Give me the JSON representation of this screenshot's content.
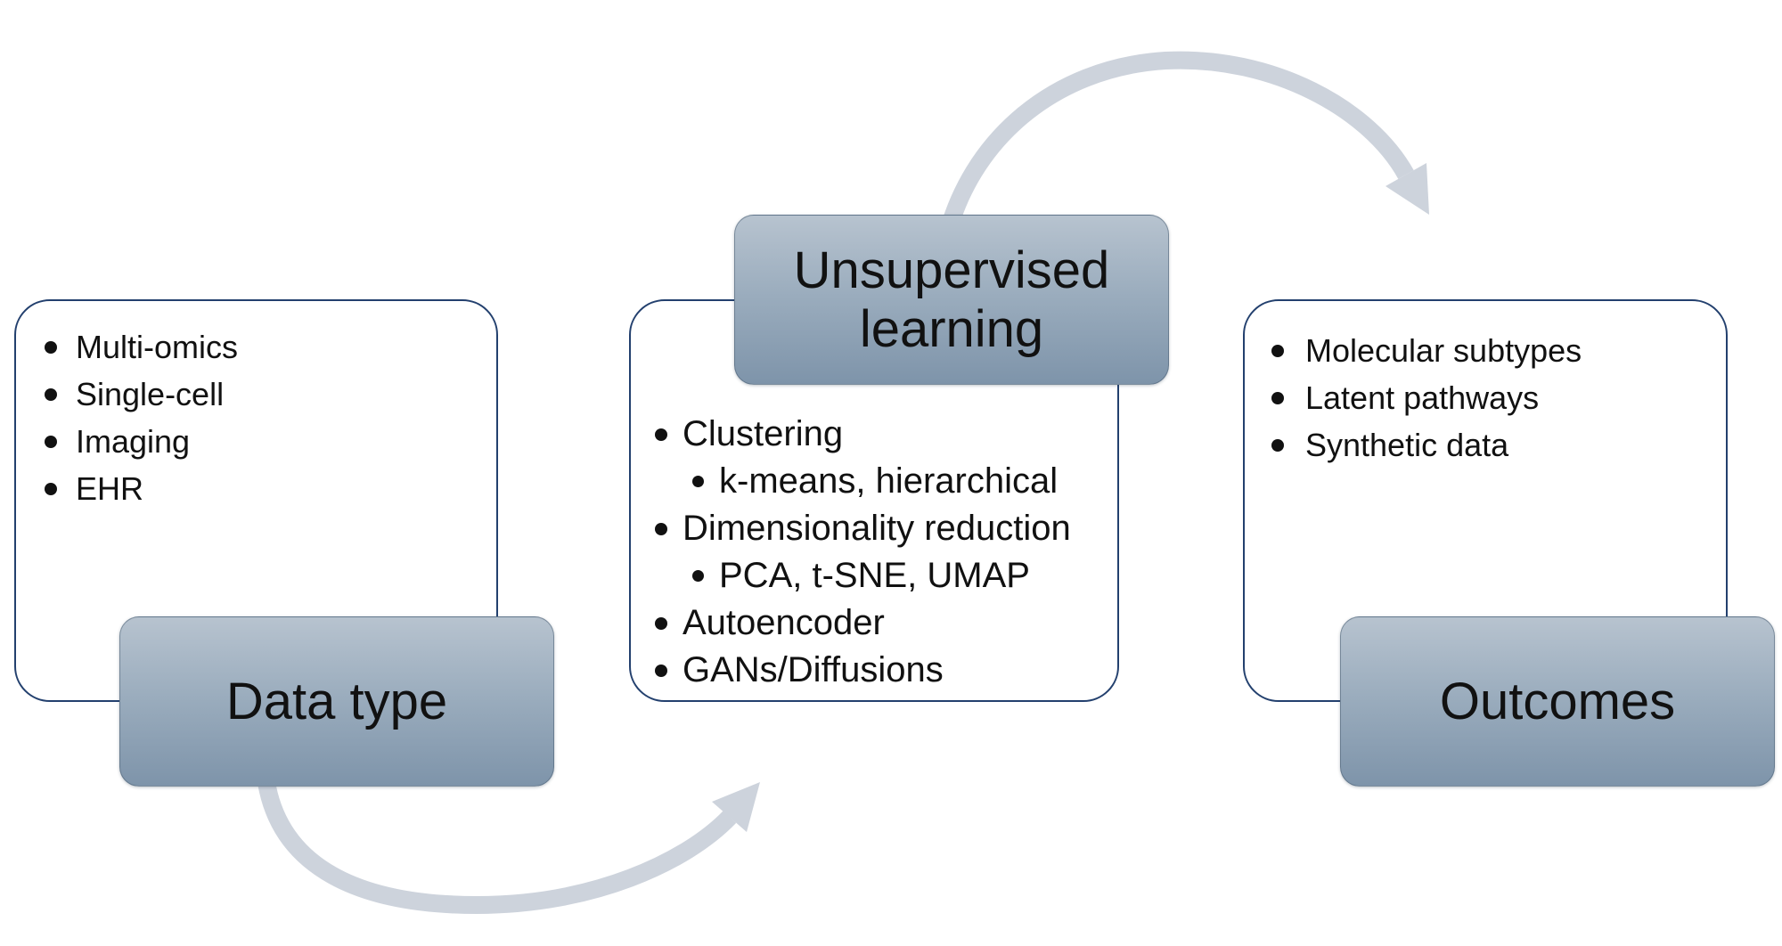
{
  "diagram": {
    "colors": {
      "background": "#ffffff",
      "content_box_border": "#23406e",
      "label_gradient_top": "#b7c3cf",
      "label_gradient_bottom": "#7e94aa",
      "label_text": "#111111",
      "bullet_text": "#111111",
      "arrow": "#cdd3dc"
    },
    "groups": [
      {
        "label": "Data type",
        "items": [
          {
            "text": "Multi-omics",
            "level": 1
          },
          {
            "text": "Single-cell",
            "level": 1
          },
          {
            "text": "Imaging",
            "level": 1
          },
          {
            "text": "EHR",
            "level": 1
          }
        ]
      },
      {
        "label": "Unsupervised learning",
        "items": [
          {
            "text": "Clustering",
            "level": 1
          },
          {
            "text": "k-means, hierarchical",
            "level": 2
          },
          {
            "text": "Dimensionality reduction",
            "level": 1
          },
          {
            "text": "PCA, t-SNE, UMAP",
            "level": 2
          },
          {
            "text": "Autoencoder",
            "level": 1
          },
          {
            "text": "GANs/Diffusions",
            "level": 1
          }
        ]
      },
      {
        "label": "Outcomes",
        "items": [
          {
            "text": "Molecular subtypes",
            "level": 1
          },
          {
            "text": "Latent pathways",
            "level": 1
          },
          {
            "text": "Synthetic data",
            "level": 1
          }
        ]
      }
    ],
    "arrows": [
      {
        "name": "data-type-to-unsupervised-learning",
        "style": "curved-arc",
        "direction": "up-right"
      },
      {
        "name": "unsupervised-learning-to-outcomes",
        "style": "curved-arc",
        "direction": "down-right"
      }
    ]
  }
}
